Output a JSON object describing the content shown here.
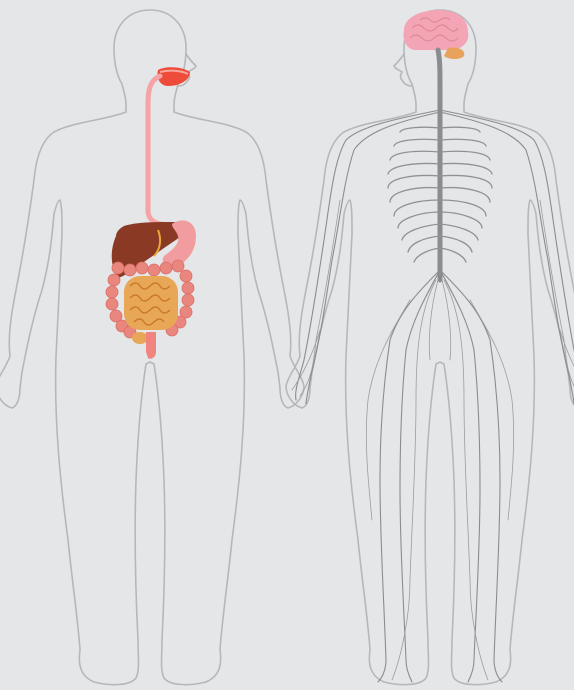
{
  "figures": [
    {
      "id": "digestive-system",
      "system": "digestive"
    },
    {
      "id": "nervous-system",
      "system": "nervous"
    }
  ],
  "colors": {
    "background": "#e5e6e8",
    "body_outline": "#b5b7ba",
    "esophagus": "#f4a3a6",
    "mouth": "#ee4b3a",
    "liver": "#8a3a24",
    "stomach": "#f19da0",
    "gallbladder": "#e8a93c",
    "large_intestine": "#e9867e",
    "small_intestine": "#e8a657",
    "rectum": "#f0857f",
    "brain": "#f4a5b5",
    "cerebellum": "#e8a25c",
    "spinal_cord": "#8a8c8f",
    "nerves": "#8a8c8f"
  },
  "icons": [
    "human-body-outline",
    "brain-icon",
    "liver-icon",
    "stomach-icon"
  ]
}
